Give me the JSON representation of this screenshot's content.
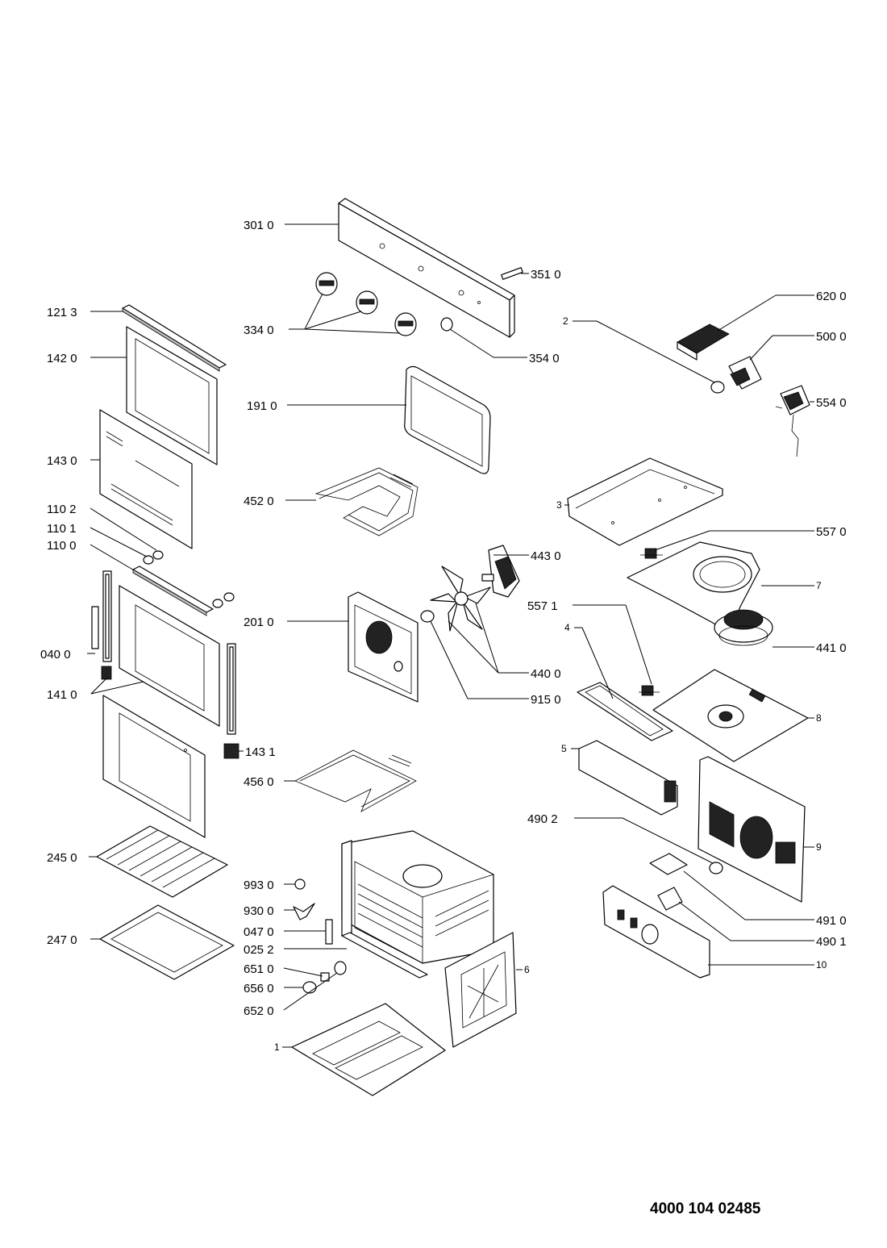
{
  "labels": {
    "p301_0": "301 0",
    "p351_0": "351 0",
    "p334_0": "334 0",
    "p354_0": "354 0",
    "p121_3": "121 3",
    "p142_0": "142 0",
    "p143_0": "143 0",
    "p110_2": "110 2",
    "p110_1": "110 1",
    "p110_0": "110 0",
    "p191_0": "191 0",
    "p452_0": "452 0",
    "p620_0": "620 0",
    "p500_0": "500 0",
    "p2": "2",
    "p554_0": "554 0",
    "p3": "3",
    "p557_0": "557 0",
    "p443_0": "443 0",
    "p7": "7",
    "p040_0": "040 0",
    "p141_0": "141 0",
    "p201_0": "201 0",
    "p557_1": "557 1",
    "p4": "4",
    "p441_0": "441 0",
    "p440_0": "440 0",
    "p915_0": "915 0",
    "p8": "8",
    "p5": "5",
    "p143_1": "143 1",
    "p456_0": "456 0",
    "p490_2": "490 2",
    "p9": "9",
    "p245_0": "245 0",
    "p993_0": "993 0",
    "p930_0": "930 0",
    "p047_0": "047 0",
    "p025_2": "025 2",
    "p651_0": "651 0",
    "p656_0": "656 0",
    "p652_0": "652 0",
    "p247_0": "247 0",
    "p6": "6",
    "p491_0": "491 0",
    "p490_1": "490 1",
    "p10": "10",
    "p1": "1"
  },
  "document_number": "4000 104 02485"
}
